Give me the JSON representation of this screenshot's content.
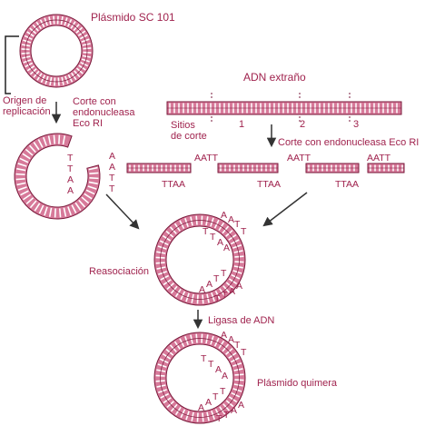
{
  "colors": {
    "accent": "#a0234e",
    "light": "#d77a9a",
    "fill": "#f3c6d4",
    "stroke": "#7a1a3b"
  },
  "labels": {
    "plasmid_title": "Plásmido SC 101",
    "origin_line1": "Origen de",
    "origin_line2": "replicación",
    "cut1_line1": "Corte con",
    "cut1_line2": "endonucleasa",
    "cut1_line3": "Eco RI",
    "foreign_dna": "ADN extraño",
    "sites_line1": "Sitios",
    "sites_line2": "de corte",
    "site_1": "1",
    "site_2": "2",
    "site_3": "3",
    "cut2": "Corte con endonucleasa Eco RI",
    "reassoc": "Reasociación",
    "ligase": "Ligasa de ADN",
    "chimera": "Plásmido quimera"
  },
  "sticky_ends": {
    "plasmid_left": [
      "T",
      "T",
      "A",
      "A"
    ],
    "plasmid_right": [
      "A",
      "A",
      "T",
      "T"
    ],
    "fragment_top": "AATT",
    "fragment_bottom": "TTAA"
  }
}
